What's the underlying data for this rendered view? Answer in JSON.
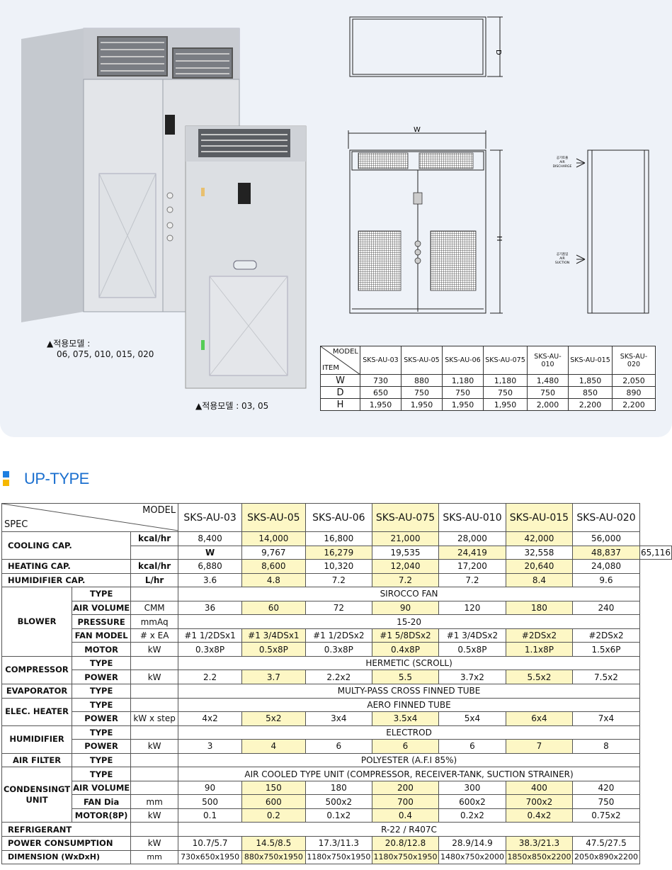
{
  "photo_captions": {
    "large": "▲적용모델 :",
    "large_models": "06, 075, 010, 015, 020",
    "small": "▲적용모델 : 03, 05"
  },
  "drawing_labels": {
    "w": "W",
    "d": "D",
    "h": "H",
    "discharge_kr": "공기토출",
    "discharge_line1": "AIR",
    "discharge_line2": "DISCHARGE",
    "suction_kr": "공기흡입",
    "suction_line1": "AIR",
    "suction_line2": "SUCTION"
  },
  "dimension_table": {
    "corner_model": "MODEL",
    "corner_item": "ITEM",
    "models": [
      "SKS-AU-03",
      "SKS-AU-05",
      "SKS-AU-06",
      "SKS-AU-075",
      "SKS-AU-010",
      "SKS-AU-015",
      "SKS-AU-020"
    ],
    "rows": [
      {
        "label": "W",
        "values": [
          "730",
          "880",
          "1,180",
          "1,180",
          "1,480",
          "1,850",
          "2,050"
        ]
      },
      {
        "label": "D",
        "values": [
          "650",
          "750",
          "750",
          "750",
          "750",
          "850",
          "890"
        ]
      },
      {
        "label": "H",
        "values": [
          "1,950",
          "1,950",
          "1,950",
          "1,950",
          "2,000",
          "2,200",
          "2,200"
        ]
      }
    ]
  },
  "section": {
    "title": "UP-TYPE"
  },
  "spec_table": {
    "corner_model": "MODEL",
    "corner_spec": "SPEC",
    "models": [
      "SKS-AU-03",
      "SKS-AU-05",
      "SKS-AU-06",
      "SKS-AU-075",
      "SKS-AU-010",
      "SKS-AU-015",
      "SKS-AU-020"
    ],
    "highlight_color": "#fdf7c5",
    "rows": [
      {
        "group": "COOLING CAP.",
        "sub": "",
        "unit": "kcal/hr",
        "unit_bold": true,
        "values": [
          "8,400",
          "14,000",
          "16,800",
          "21,000",
          "28,000",
          "42,000",
          "56,000"
        ]
      },
      {
        "group": "",
        "sub": "",
        "unit": "W",
        "unit_bold": true,
        "values": [
          "9,767",
          "16,279",
          "19,535",
          "24,419",
          "32,558",
          "48,837",
          "65,116"
        ]
      },
      {
        "group": "HEATING CAP.",
        "sub": "",
        "unit": "kcal/hr",
        "unit_bold": true,
        "values": [
          "6,880",
          "8,600",
          "10,320",
          "12,040",
          "17,200",
          "20,640",
          "24,080"
        ]
      },
      {
        "group": "HUMIDIFIER CAP.",
        "sub": "",
        "unit": "L/hr",
        "unit_bold": true,
        "values": [
          "3.6",
          "4.8",
          "7.2",
          "7.2",
          "7.2",
          "8.4",
          "9.6"
        ]
      },
      {
        "group": "BLOWER",
        "sub": "TYPE",
        "unit": "",
        "span": "SIROCCO FAN"
      },
      {
        "group": "",
        "sub": "AIR VOLUME",
        "unit": "CMM",
        "values": [
          "36",
          "60",
          "72",
          "90",
          "120",
          "180",
          "240"
        ]
      },
      {
        "group": "",
        "sub": "PRESSURE",
        "unit": "mmAq",
        "span": "15-20"
      },
      {
        "group": "",
        "sub": "FAN MODEL",
        "unit": "# x EA",
        "values": [
          "#1 1/2DSx1",
          "#1 3/4DSx1",
          "#1 1/2DSx2",
          "#1 5/8DSx2",
          "#1 3/4DSx2",
          "#2DSx2",
          "#2DSx2"
        ]
      },
      {
        "group": "",
        "sub": "MOTOR",
        "unit": "kW",
        "values": [
          "0.3x8P",
          "0.5x8P",
          "0.3x8P",
          "0.4x8P",
          "0.5x8P",
          "1.1x8P",
          "1.5x6P"
        ]
      },
      {
        "group": "COMPRESSOR",
        "sub": "TYPE",
        "unit": "",
        "span": "HERMETIC (SCROLL)"
      },
      {
        "group": "",
        "sub": "POWER",
        "unit": "kW",
        "values": [
          "2.2",
          "3.7",
          "2.2x2",
          "5.5",
          "3.7x2",
          "5.5x2",
          "7.5x2"
        ]
      },
      {
        "group": "EVAPORATOR",
        "sub": "TYPE",
        "unit": "",
        "span": "MULTY-PASS CROSS FINNED TUBE"
      },
      {
        "group": "ELEC. HEATER",
        "sub": "TYPE",
        "unit": "",
        "span": "AERO FINNED TUBE"
      },
      {
        "group": "",
        "sub": "POWER",
        "unit": "kW x step",
        "values": [
          "4x2",
          "5x2",
          "3x4",
          "3.5x4",
          "5x4",
          "6x4",
          "7x4"
        ]
      },
      {
        "group": "HUMIDIFIER",
        "sub": "TYPE",
        "unit": "",
        "span": "ELECTROD"
      },
      {
        "group": "",
        "sub": "POWER",
        "unit": "kW",
        "values": [
          "3",
          "4",
          "6",
          "6",
          "6",
          "7",
          "8"
        ]
      },
      {
        "group": "AIR FILTER",
        "sub": "TYPE",
        "unit": "",
        "span": "POLYESTER (A.F.I 85%)"
      },
      {
        "group": "CONDENSINGT UNIT",
        "sub": "TYPE",
        "unit": "",
        "span": "AIR COOLED TYPE UNIT (COMPRESSOR, RECEIVER-TANK, SUCTION STRAINER)"
      },
      {
        "group": "",
        "sub": "AIR VOLUME",
        "unit": "",
        "values": [
          "90",
          "150",
          "180",
          "200",
          "300",
          "400",
          "420"
        ]
      },
      {
        "group": "",
        "sub": "FAN Dia",
        "unit": "mm",
        "values": [
          "500",
          "600",
          "500x2",
          "700",
          "600x2",
          "700x2",
          "750"
        ]
      },
      {
        "group": "",
        "sub": "MOTOR(8P)",
        "unit": "kW",
        "values": [
          "0.1",
          "0.2",
          "0.1x2",
          "0.4",
          "0.2x2",
          "0.4x2",
          "0.75x2"
        ]
      },
      {
        "group": "REFRIGERANT",
        "sub": "",
        "unit": "",
        "span": "R-22 / R407C"
      },
      {
        "group": "POWER CONSUMPTION",
        "sub": "",
        "unit": "kW",
        "values": [
          "10.7/5.7",
          "14.5/8.5",
          "17.3/11.3",
          "20.8/12.8",
          "28.9/14.9",
          "38.3/21.3",
          "47.5/27.5"
        ]
      },
      {
        "group": "DIMENSION (WxDxH)",
        "sub": "",
        "unit": "mm",
        "values": [
          "730x650x1950",
          "880x750x1950",
          "1180x750x1950",
          "1180x750x1950",
          "1480x750x2000",
          "1850x850x2200",
          "2050x890x2200"
        ]
      }
    ]
  }
}
